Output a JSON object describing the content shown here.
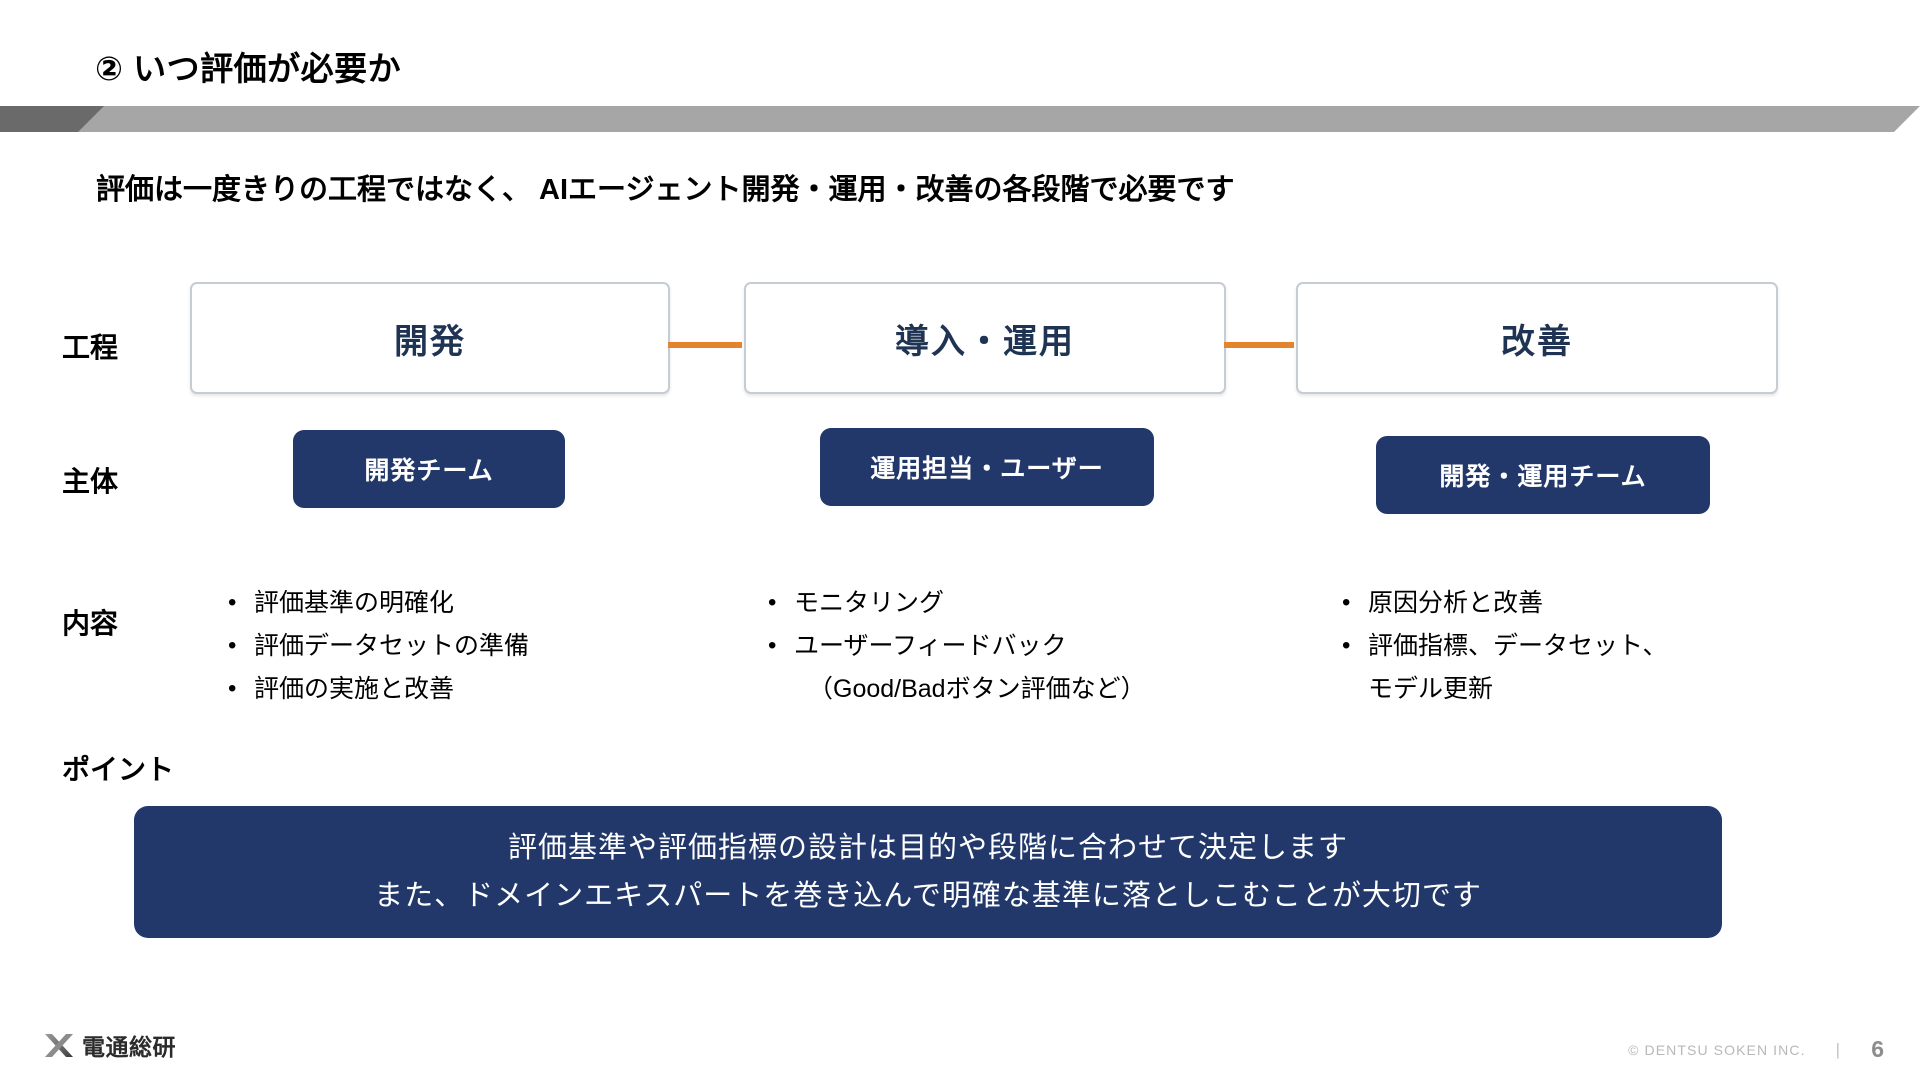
{
  "slide": {
    "title": "② いつ評価が必要か",
    "lead": "評価は一度きりの工程ではなく、 AIエージェント開発・運用・改善の各段階で必要です"
  },
  "colors": {
    "navy": "#22386b",
    "orange": "#e3832c",
    "band_dark": "#6a6a6a",
    "band_light": "#a6a6a6",
    "box_border": "#c6ccd4",
    "stage_text": "#1f3353"
  },
  "rows": {
    "process_label": "工程",
    "owner_label": "主体",
    "content_label": "内容",
    "point_label": "ポイント"
  },
  "stages": [
    {
      "name": "開発"
    },
    {
      "name": "導入・運用"
    },
    {
      "name": "改善"
    }
  ],
  "owners": [
    {
      "name": "開発チーム"
    },
    {
      "name": "運用担当・ユーザー"
    },
    {
      "name": "開発・運用チーム"
    }
  ],
  "contents": [
    {
      "bullet_glyph": "•",
      "items": [
        {
          "text": "評価基準の明確化"
        },
        {
          "text": "評価データセットの準備"
        },
        {
          "text": "評価の実施と改善"
        }
      ]
    },
    {
      "bullet_glyph": "•",
      "items": [
        {
          "text": "モニタリング"
        },
        {
          "text": "ユーザーフィードバック",
          "sub": "（Good/Badボタン評価など）"
        }
      ]
    },
    {
      "bullet_glyph": "•",
      "items": [
        {
          "text": "原因分析と改善"
        },
        {
          "text": "評価指標、データセット、",
          "cont": "モデル更新"
        }
      ]
    }
  ],
  "point": {
    "line1": "評価基準や評価指標の設計は目的や段階に合わせて決定します",
    "line2": "また、ドメインエキスパートを巻き込んで明確な基準に落としこむことが大切です"
  },
  "footer": {
    "logo_name": "電通総研",
    "copyright": "© DENTSU SOKEN INC.",
    "separator": "|",
    "page_number": "6"
  }
}
